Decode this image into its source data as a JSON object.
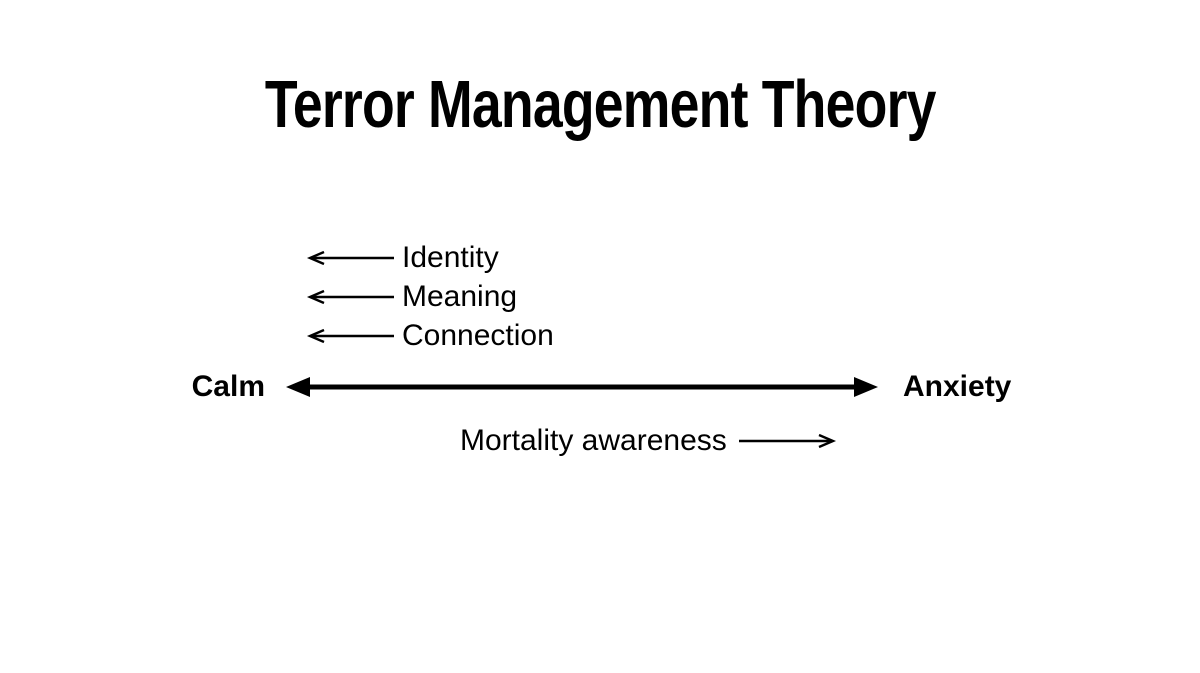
{
  "page": {
    "background_color": "#ffffff",
    "ink_color": "#000000"
  },
  "title": "Terror Management Theory",
  "diagram": {
    "buffers": [
      {
        "label": "Identity"
      },
      {
        "label": "Meaning"
      },
      {
        "label": "Connection"
      }
    ],
    "spectrum": {
      "left_label": "Calm",
      "right_label": "Anxiety"
    },
    "driver": {
      "label": "Mortality awareness"
    },
    "icons": {
      "buffer_arrow": "left-arrow-icon",
      "spectrum_arrow": "double-headed-arrow-icon",
      "driver_arrow": "right-arrow-icon"
    }
  }
}
